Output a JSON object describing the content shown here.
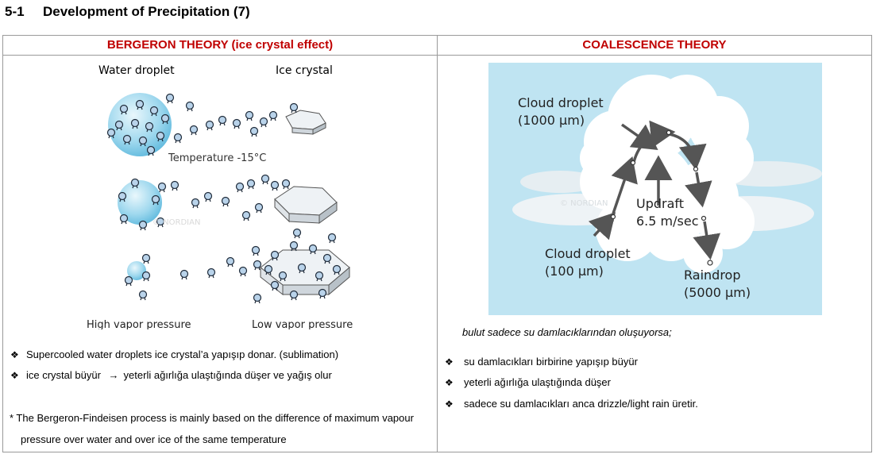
{
  "page": {
    "section_number": "5-1",
    "section_title": "Development of Precipitation  (7)"
  },
  "left_panel": {
    "title": "BERGERON THEORY (ice crystal effect)",
    "figure": {
      "water_droplet_label": "Water droplet",
      "ice_crystal_label": "Ice crystal",
      "temperature_label": "Temperature -15°C",
      "high_pressure_label": "High vapor pressure",
      "low_pressure_label": "Low vapor pressure",
      "watermark": "© NORDIAN"
    },
    "bullets": [
      {
        "marker": "❖",
        "text": "Supercooled water droplets ice crystal’a yapışıp donar. (sublimation)"
      },
      {
        "marker": "❖",
        "text_a": "ice crystal büyür",
        "arrow": "→",
        "text_b": "yeterli ağırlığa ulaştığında düşer ve yağış olur"
      }
    ],
    "footnote_line1": "*  The Bergeron-Findeisen process is mainly based on the difference of maximum vapour",
    "footnote_line2": "pressure over water and over ice of the same temperature"
  },
  "right_panel": {
    "title": "COALESCENCE THEORY",
    "figure": {
      "cloud_droplet_top": "Cloud droplet",
      "cloud_droplet_top_size": "(1000 µm)",
      "updraft": "Updraft",
      "updraft_speed": "6.5 m/sec",
      "cloud_droplet_bottom": "Cloud droplet",
      "cloud_droplet_bottom_size": "(100 µm)",
      "raindrop": "Raindrop",
      "raindrop_size": "(5000 µm)",
      "watermark": "© NORDIAN",
      "sky_color": "#bfe4f2"
    },
    "intro": "bulut sadece su damlacıklarından oluşuyorsa;",
    "bullets": [
      {
        "marker": "❖",
        "text": "su damlacıkları birbirine yapışıp büyür"
      },
      {
        "marker": "❖",
        "text": "yeterli ağırlığa ulaştığında düşer"
      },
      {
        "marker": "❖",
        "text": "sadece su damlacıkları anca drizzle/light rain üretir."
      }
    ]
  }
}
